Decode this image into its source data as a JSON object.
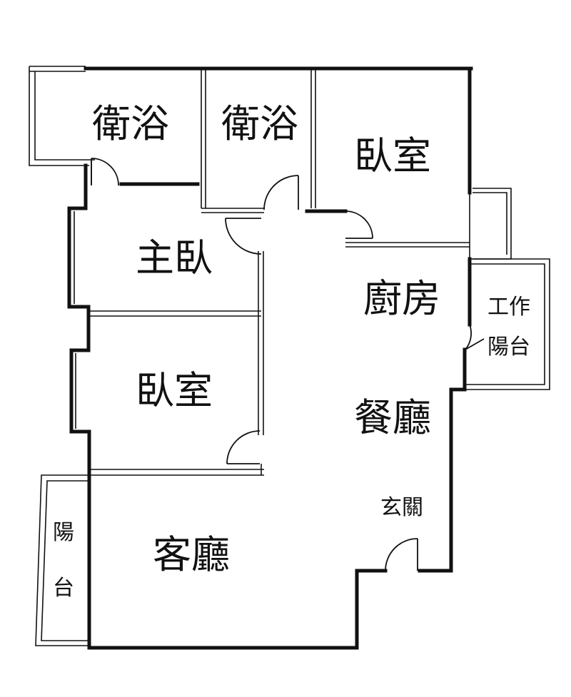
{
  "floor_plan": {
    "rooms": {
      "master_bath": "衛浴",
      "bath": "衛浴",
      "bedroom_top": "臥室",
      "master_bedroom": "主臥",
      "kitchen": "廚房",
      "utility_balcony_line1": "工作",
      "utility_balcony_line2": "陽台",
      "bedroom_mid": "臥室",
      "dining": "餐廳",
      "entrance": "玄關",
      "living": "客廳",
      "balcony_line1": "陽",
      "balcony_line2": "台"
    },
    "colors": {
      "line": "#111111",
      "background": "#ffffff"
    }
  }
}
